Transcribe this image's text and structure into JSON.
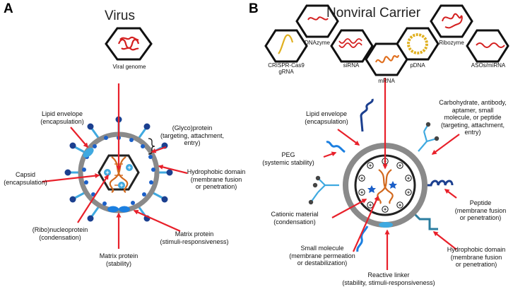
{
  "panel_a": {
    "letter": "A",
    "title": "Virus",
    "genome_label": "Viral genome",
    "labels": {
      "lipid_envelope": "Lipid envelope\n(encapsulation)",
      "glycoprotein": "(Glyco)protein\n(targeting, attachment,\nentry)",
      "capsid": "Capsid\n(encapsulation)",
      "hydrophobic_domain": "Hydrophobic domain\n(membrane fusion\nor penetration)",
      "ribonucleoprotein": "(Ribo)nucleoprotein\n(condensation)",
      "matrix_responsive": "Matrix protein\n(stimuli-responsiveness)",
      "matrix_stability": "Matrix protein\n(stability)"
    }
  },
  "panel_b": {
    "letter": "B",
    "title": "Nonviral Carrier",
    "cargo": [
      "CRISPR-Cas9\ngRNA",
      "DNAzyme",
      "siRNA",
      "mRNA",
      "pDNA",
      "Ribozyme",
      "ASOs/miRNA"
    ],
    "labels": {
      "lipid_envelope": "Lipid envelope\n(encapsulation)",
      "targeting": "Carbohydrate, antibody,\naptamer, small\nmolecule, or peptide\n(targeting, attachment,\nentry)",
      "peg": "PEG\n(systemic stability)",
      "cationic": "Cationic material\n(condensation)",
      "peptide": "Peptide\n(membrane fusion\nor penetration)",
      "small_molecule": "Small molecule\n(membrane permeation\nor destabilization)",
      "hydrophobic": "Hydrophobic domain\n(membrane fusion\nor penetration)",
      "reactive_linker": "Reactive linker\n(stability, stimuli-responsiveness)"
    }
  },
  "colors": {
    "arrow": "#e8202a",
    "envelope": "#8a8a8a",
    "protein_dark": "#1b3f8f",
    "protein_light": "#3fa9e0",
    "dna_orange": "#d2691e",
    "genome_red": "#d42020",
    "gold": "#e0b020"
  }
}
